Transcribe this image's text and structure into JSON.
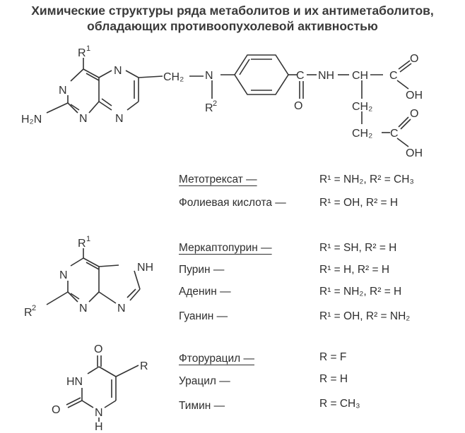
{
  "domain": "Diagram",
  "title": {
    "line1": "Химические структуры ряда метаболитов и их антиметаболитов,",
    "line2": "обладающих противоопухолевой активностью"
  },
  "structures": {
    "folate": {
      "atoms": {
        "r1": "R",
        "r1_sup": "1",
        "r2": "R",
        "r2_sup": "2",
        "n": "N",
        "nh": "NH",
        "o": "O",
        "oh": "OH",
        "h2n": "H₂N",
        "ch2": "CH₂",
        "ch": "CH",
        "c": "C"
      }
    },
    "purine": {
      "atoms": {
        "r1": "R",
        "r1_sup": "1",
        "r2": "R",
        "r2_sup": "2",
        "n": "N",
        "nh": "NH"
      }
    },
    "pyrimidine": {
      "atoms": {
        "r": "R",
        "o": "O",
        "hn": "HN",
        "n": "N",
        "h": "H"
      }
    }
  },
  "legend": {
    "group1": [
      {
        "name": "Метотрексат —",
        "substituents": "R¹ = NH₂, R² = CH₃",
        "highlighted": true
      },
      {
        "name": "Фолиевая кислота —",
        "substituents": "R¹ = OH,   R² = H",
        "highlighted": false
      }
    ],
    "group2": [
      {
        "name": "Меркаптопурин —",
        "substituents": "R¹ = SH,   R² = H",
        "highlighted": true
      },
      {
        "name": "Пурин —",
        "substituents": "R¹ = H,      R² = H",
        "highlighted": false
      },
      {
        "name": "Аденин —",
        "substituents": "R¹ = NH₂, R² = H",
        "highlighted": false
      },
      {
        "name": "Гуанин —",
        "substituents": "R¹ = OH,   R² = NH₂",
        "highlighted": false
      }
    ],
    "group3": [
      {
        "name": "Фторурацил —",
        "substituents": "R = F",
        "highlighted": true
      },
      {
        "name": "Урацил —",
        "substituents": "R = H",
        "highlighted": false
      },
      {
        "name": "Тимин —",
        "substituents": "R = CH₃",
        "highlighted": false
      }
    ]
  }
}
